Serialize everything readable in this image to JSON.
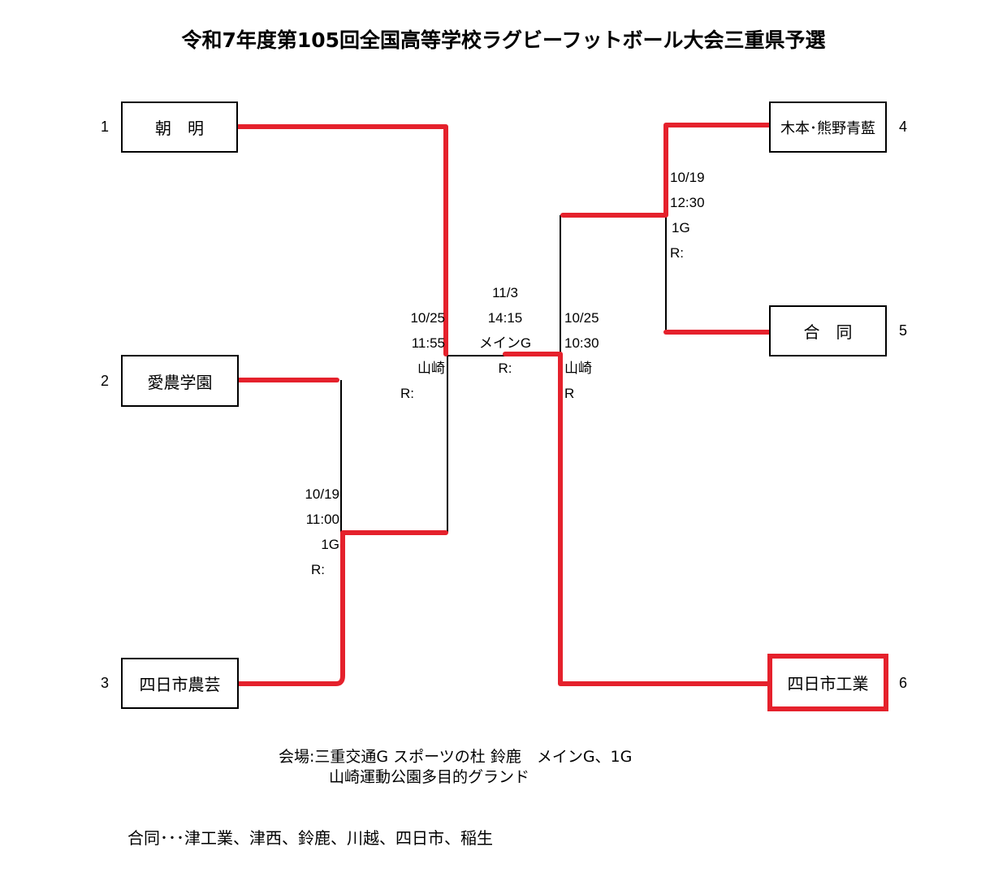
{
  "title": "令和7年度第105回全国高等学校ラグビーフットボール大会三重県予選",
  "colors": {
    "advance_line": "#e5212c",
    "line": "#000000",
    "winner_border": "#e5212c"
  },
  "teams": [
    {
      "seed": "1",
      "name": "朝　明"
    },
    {
      "seed": "2",
      "name": "愛農学園"
    },
    {
      "seed": "3",
      "name": "四日市農芸"
    },
    {
      "seed": "4",
      "name": "木本･熊野青藍"
    },
    {
      "seed": "5",
      "name": "合　同"
    },
    {
      "seed": "6",
      "name": "四日市工業",
      "champion": true
    }
  ],
  "matches": {
    "left_first_round": {
      "date": "10/19",
      "time": "11:00",
      "venue": "1G",
      "referee": "R:"
    },
    "right_first_round": {
      "date": "10/19",
      "time": "12:30",
      "venue": "1G",
      "referee": "R:"
    },
    "left_semifinal": {
      "date": "10/25",
      "time": "11:55",
      "venue": "山崎",
      "referee": "R:"
    },
    "right_semifinal": {
      "date": "10/25",
      "time": "10:30",
      "venue": "山崎",
      "referee": "R"
    },
    "final": {
      "date": "11/3",
      "time": "14:15",
      "venue": "メインG",
      "referee": "R:"
    }
  },
  "venue_note": {
    "line1": "会場:三重交通G スポーツの杜 鈴鹿　メインG、1G",
    "line2": "山崎運動公園多目的グランド"
  },
  "joint_team_note": "合同･･･津工業、津西、鈴鹿、川越、四日市、稲生"
}
